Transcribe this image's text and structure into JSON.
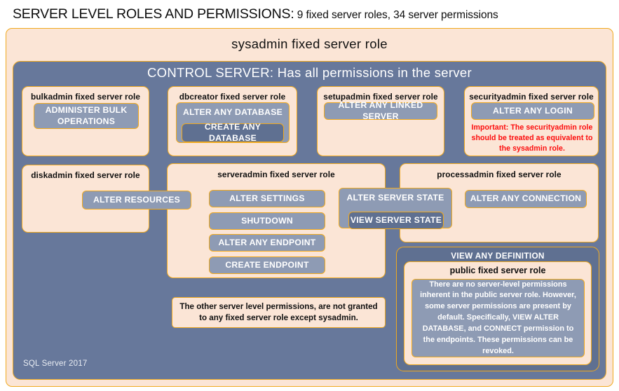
{
  "title": {
    "main": "SERVER LEVEL ROLES AND PERMISSIONS:",
    "sub": " 9 fixed server roles, 34 server permissions"
  },
  "outer": {
    "sysadmin_label": "sysadmin fixed server role",
    "control_server_label": "CONTROL SERVER: Has all permissions in the server",
    "version_label": "SQL Server 2017"
  },
  "roles": {
    "bulkadmin": {
      "label": "bulkadmin  fixed server role",
      "permissions": [
        "ADMINISTER  BULK OPERATIONS"
      ]
    },
    "dbcreator": {
      "label": "dbcreator fixed server role",
      "permissions": [
        "ALTER ANY DATABASE",
        "CREATE  ANY DATABASE"
      ]
    },
    "setupadmin": {
      "label": "setupadmin fixed server role",
      "permissions": [
        "ALTER ANY LINKED SERVER"
      ]
    },
    "securityadmin": {
      "label": "securityadmin  fixed server role",
      "permissions": [
        "ALTER ANY LOGIN"
      ],
      "note": "Important:  The securityadmin role should  be treated as equivalent to the  sysadmin role."
    },
    "diskadmin": {
      "label": "diskadmin  fixed server role",
      "permissions": [
        "ALTER RESOURCES"
      ]
    },
    "serveradmin": {
      "label": "serveradmin fixed server role",
      "permissions": [
        "ALTER SETTINGS",
        "SHUTDOWN",
        "ALTER ANY ENDPOINT",
        "CREATE  ENDPOINT",
        "ALTER SERVER STATE",
        "VIEW SERVER  STATE"
      ]
    },
    "processadmin": {
      "label": "processadmin fixed server role",
      "permissions": [
        "ALTER ANY CONNECTION"
      ]
    },
    "public": {
      "view_any_definition": "VIEW ANY DEFINITION",
      "label": "public  fixed server role",
      "note": "There are no server-level permissions inherent in the public server role. However, some server permissions are present by default. Specifically, VIEW ALTER DATABASE, and CONNECT permission to the endpoints. These permissions can be revoked."
    }
  },
  "notes": {
    "other_permissions": "The other server level permissions,  are not granted to any fixed server role except sysadmin."
  },
  "colors": {
    "peach": "#fbe5d6",
    "navy": "#67789b",
    "navy_dark": "#5f7091",
    "permission_gray": "#8e9bb4",
    "border_gold": "#f0a91e",
    "warning_red": "#fc0d0d"
  }
}
